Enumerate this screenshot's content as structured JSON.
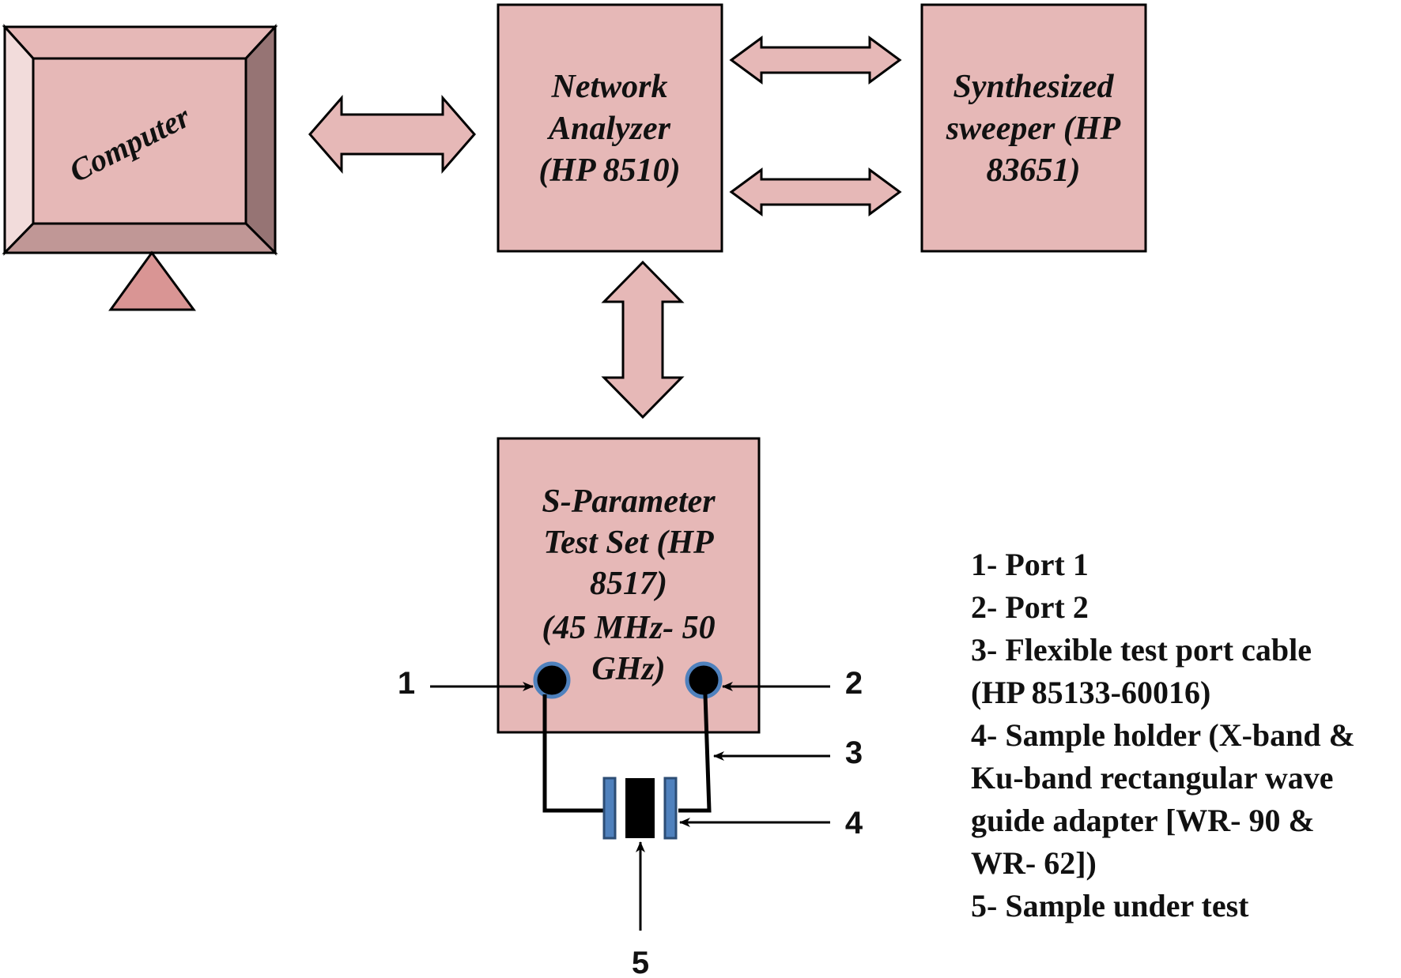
{
  "colors": {
    "box_fill": "#e6b8b7",
    "box_stroke": "#000000",
    "arrow_fill": "#e6b8b7",
    "monitor_side_dark": "#967474",
    "monitor_side_light": "#f2dcdb",
    "monitor_bottom": "#c09796",
    "monitor_stand": "#d99594",
    "connector_fill": "#000000",
    "flange_fill": "#4f81bd",
    "flange_stroke": "#2c4d75",
    "sample_fill": "#000000"
  },
  "computer": {
    "label": "Computer"
  },
  "network_analyzer": {
    "lines": [
      "Network",
      "Analyzer",
      "(HP 8510)"
    ]
  },
  "sweeper": {
    "lines": [
      "Synthesized",
      "sweeper (HP",
      "83651)"
    ]
  },
  "test_set": {
    "lines": [
      "S-Parameter",
      "Test Set (HP",
      "8517)",
      "(45 MHz- 50",
      "GHz)"
    ]
  },
  "callouts": {
    "n1": "1",
    "n2": "2",
    "n3": "3",
    "n4": "4",
    "n5": "5"
  },
  "legend": {
    "lines": [
      "1- Port 1",
      "2- Port 2",
      "3- Flexible test port cable",
      "(HP 85133-60016)",
      "4- Sample holder (X-band &",
      "Ku-band rectangular wave",
      "guide adapter [WR- 90 &",
      "WR- 62])",
      "5- Sample under test"
    ]
  }
}
